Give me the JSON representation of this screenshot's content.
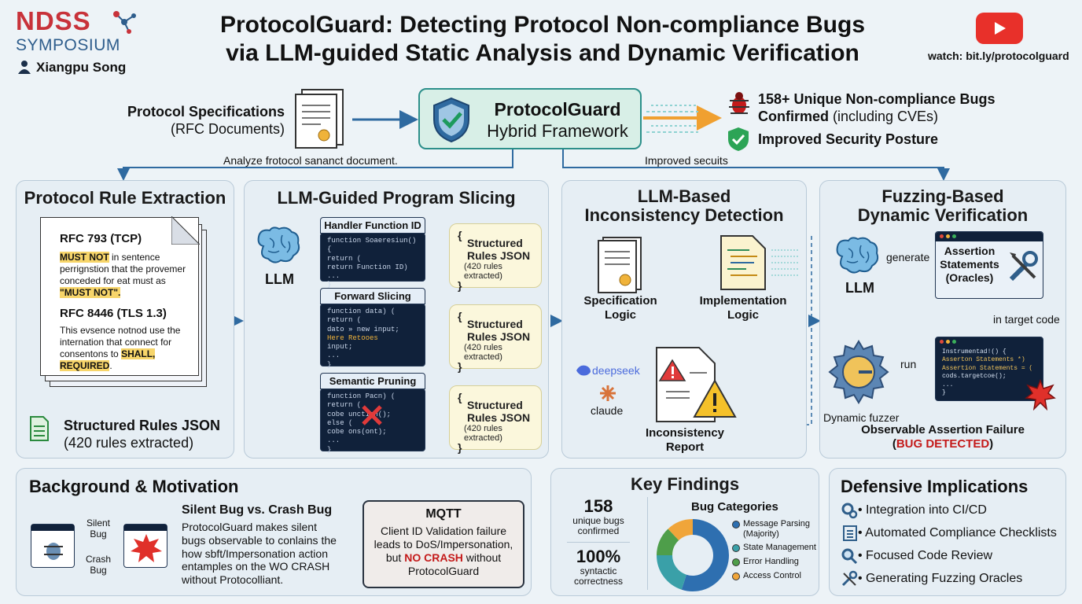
{
  "header": {
    "logo_top": "NDSS",
    "logo_bottom": "SYMPOSIUM",
    "author": "Xiangpu Song",
    "title_line1": "ProtocolGuard: Detecting Protocol Non-compliance Bugs",
    "title_line2": "via LLM-guided Static Analysis and Dynamic Verification",
    "watch": "watch: bit.ly/protocolguard"
  },
  "top_flow": {
    "spec_label_1": "Protocol Specifications",
    "spec_label_2": "(RFC Documents)",
    "center_title": "ProtocolGuard",
    "center_sub": "Hybrid Framework",
    "result1_line1": "158+ Unique Non-compliance Bugs",
    "result1_line2_bold": "Confirmed",
    "result1_line2_rest": " (including CVEs)",
    "result2": "Improved Security Posture",
    "branch_left": "Analyze frotocol sananct document.",
    "branch_right": "Improved secuits"
  },
  "rule_extraction": {
    "title": "Protocol Rule Extraction",
    "rfc1_title": "RFC 793 (TCP)",
    "rfc1_kw": "MUST NOT",
    "rfc1_text1": " in sentence",
    "rfc1_text2": "perrignstion that the provemer",
    "rfc1_text3": "conceded for eat must as",
    "rfc1_quote": "\"MUST NOT\".",
    "rfc2_title": "RFC 8446 (TLS 1.3)",
    "rfc2_text1": "This evsence notnod use the",
    "rfc2_text2": "internation that connect for",
    "rfc2_text3": "consentons to ",
    "rfc2_kw1": "SHALL,",
    "rfc2_kw2": "REQUIRED",
    "rfc2_end": ".",
    "output_title": "Structured Rules JSON",
    "output_sub": "(420 rules extracted)"
  },
  "slicing": {
    "title": "LLM-Guided Program Slicing",
    "llm_label": "LLM",
    "step1_title": "Handler Function ID",
    "step1_code": [
      "function Soaeresiun() {",
      "  return (",
      "    return Function ID)",
      "  ...",
      "}"
    ],
    "step2_title": "Forward Slicing",
    "step2_code": [
      "function data) (",
      "  return (",
      "    dato  » new input;",
      "  Here        Retooes",
      "  input;",
      "  ...",
      "}"
    ],
    "step3_title": "Semantic Pruning",
    "step3_code": [
      "function Pacn) (",
      "  return (",
      "    cobe      unction();",
      "  else (",
      "    cobe      ons(ont);",
      "  ...",
      "}"
    ],
    "out_brace_open": "{",
    "out_brace_close": "}",
    "out_title1": "Structured",
    "out_title2": "Rules JSON",
    "out_sub": "(420 rules extracted)"
  },
  "detection": {
    "title1": "LLM-Based",
    "title2": "Inconsistency Detection",
    "spec1": "Specification",
    "spec2": "Logic",
    "impl1": "Implementation",
    "impl2": "Logic",
    "model1": "deepseek",
    "model2": "claude",
    "report1": "Inconsistency",
    "report2": "Report"
  },
  "fuzzing": {
    "title1": "Fuzzing-Based",
    "title2": "Dynamic Verification",
    "llm_label": "LLM",
    "generate": "generate",
    "assert1": "Assertion",
    "assert2": "Statements",
    "assert3": "(Oracles)",
    "in_target": "in target code",
    "run": "run",
    "fuzzer": "Dynamic fuzzer",
    "code": [
      "Instrumentad!() {",
      "  Asserton Statements *)",
      "  Assertion Statements = (",
      "    cods.targetcoe();",
      "  ...",
      "}"
    ],
    "fail": "Observable Assertion Failure",
    "detected_open": "(",
    "detected": "BUG DETECTED",
    "detected_close": ")"
  },
  "background": {
    "title": "Background & Motivation",
    "silent1": "Silent",
    "silent2": "Bug",
    "crash1": "Crash",
    "crash2": "Bug",
    "sub_title": "Silent Bug vs. Crash Bug",
    "body": [
      "ProtocolGuard makes silent",
      "bugs observable to conlains the",
      "how sbft/Impersonation action",
      "entamples on the WO CRASH",
      "without Protocolliant."
    ],
    "mqtt_title": "MQTT",
    "mqtt1": "Client ID Validation failure",
    "mqtt2": "leads to DoS/Impersonation,",
    "mqtt3_pre": "but ",
    "mqtt3_red": "NO CRASH",
    "mqtt3_post": " without",
    "mqtt4": "ProtocolGuard"
  },
  "findings": {
    "title": "Key Findings",
    "stat1_value": "158",
    "stat1_l1": "unique bugs",
    "stat1_l2": "confirmed",
    "stat2_value": "100%",
    "stat2_l1": "syntactic",
    "stat2_l2": "correctness",
    "cat_title": "Bug Categories",
    "categories": [
      {
        "label": "Message Parsing",
        "label2": "(Majority)",
        "color": "#2e6fb0",
        "value": 0.55
      },
      {
        "label": "State Management",
        "label2": "",
        "color": "#3aa0a8",
        "value": 0.2
      },
      {
        "label": "Error Handling",
        "label2": "",
        "color": "#4e9e4a",
        "value": 0.13
      },
      {
        "label": "Access Control",
        "label2": "",
        "color": "#f0a53a",
        "value": 0.12
      }
    ]
  },
  "implications": {
    "title": "Defensive Implications",
    "items": [
      "• Integration into CI/CD",
      "• Automated Compliance Checklists",
      "• Focused Code Review",
      "• Generating Fuzzing Oracles"
    ]
  },
  "colors": {
    "accent_blue": "#2f6aa0",
    "accent_orange": "#f0a030",
    "bug_red": "#c41a1a",
    "teal": "#2c8f8a"
  }
}
